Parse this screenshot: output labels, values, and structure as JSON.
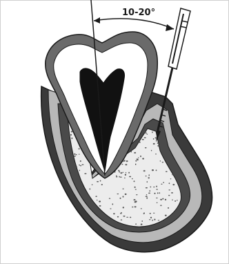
{
  "diagram": {
    "angle_label": "10-20°",
    "angle_range_degrees": [
      10,
      20
    ],
    "colors": {
      "background": "#ffffff",
      "line": "#1a1a1a",
      "outer_tissue": "#3a3a3a",
      "gingiva_band": "#b8b8b8",
      "inner_dark_band": "#4a4a4a",
      "bone": "#ececec",
      "enamel": "#6a6a6a",
      "pulp": "#111111"
    }
  }
}
